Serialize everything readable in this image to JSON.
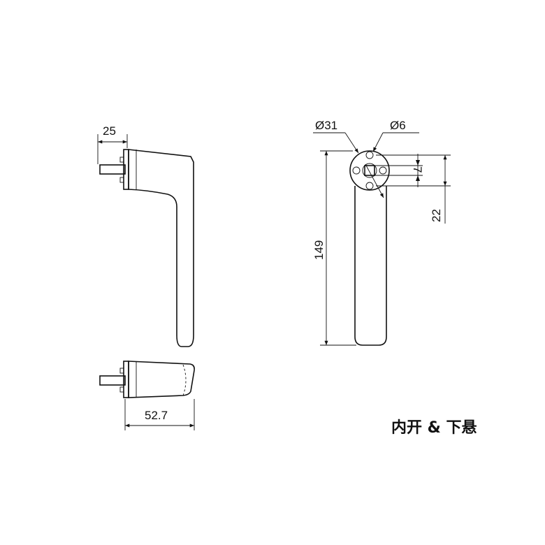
{
  "dimensions": {
    "side_width": "25",
    "depth": "52.7",
    "rose_diameter": "Ø31",
    "screw_diameter": "Ø6",
    "spindle_size": "7",
    "screw_offset": "22",
    "length": "149"
  },
  "caption": "内开 & 下悬"
}
